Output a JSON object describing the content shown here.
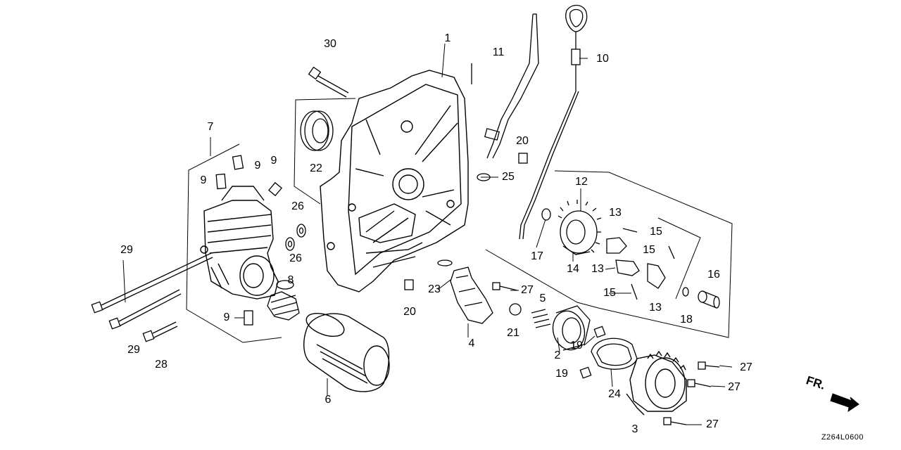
{
  "diagram": {
    "callouts": [
      {
        "id": "c30a",
        "text": "30"
      },
      {
        "id": "c1",
        "text": "1"
      },
      {
        "id": "c11",
        "text": "11"
      },
      {
        "id": "c10",
        "text": "10"
      },
      {
        "id": "c7",
        "text": "7"
      },
      {
        "id": "c20a",
        "text": "20"
      },
      {
        "id": "c25",
        "text": "25"
      },
      {
        "id": "c22",
        "text": "22"
      },
      {
        "id": "c9a",
        "text": "9"
      },
      {
        "id": "c9b",
        "text": "9"
      },
      {
        "id": "c9c",
        "text": "9"
      },
      {
        "id": "c12",
        "text": "12"
      },
      {
        "id": "c26a",
        "text": "26"
      },
      {
        "id": "c13a",
        "text": "13"
      },
      {
        "id": "c15a",
        "text": "15"
      },
      {
        "id": "c15b",
        "text": "15"
      },
      {
        "id": "c17",
        "text": "17"
      },
      {
        "id": "c14",
        "text": "14"
      },
      {
        "id": "c13b",
        "text": "13"
      },
      {
        "id": "c29a",
        "text": "29"
      },
      {
        "id": "c26b",
        "text": "26"
      },
      {
        "id": "c16",
        "text": "16"
      },
      {
        "id": "c8",
        "text": "8"
      },
      {
        "id": "c23",
        "text": "23"
      },
      {
        "id": "c27a",
        "text": "27"
      },
      {
        "id": "c15c",
        "text": "15"
      },
      {
        "id": "c5",
        "text": "5"
      },
      {
        "id": "c13c",
        "text": "13"
      },
      {
        "id": "c20b",
        "text": "20"
      },
      {
        "id": "c18",
        "text": "18"
      },
      {
        "id": "c9d",
        "text": "9"
      },
      {
        "id": "c21",
        "text": "21"
      },
      {
        "id": "c4",
        "text": "4"
      },
      {
        "id": "c19a",
        "text": "19"
      },
      {
        "id": "c2",
        "text": "2"
      },
      {
        "id": "c29b",
        "text": "29"
      },
      {
        "id": "c28",
        "text": "28"
      },
      {
        "id": "c19b",
        "text": "19"
      },
      {
        "id": "c27b",
        "text": "27"
      },
      {
        "id": "c27c",
        "text": "27"
      },
      {
        "id": "c24",
        "text": "24"
      },
      {
        "id": "c6",
        "text": "6"
      },
      {
        "id": "c27d",
        "text": "27"
      },
      {
        "id": "c3",
        "text": "3"
      }
    ],
    "front_marker": "FR.",
    "diagram_code": "Z264L0600"
  }
}
